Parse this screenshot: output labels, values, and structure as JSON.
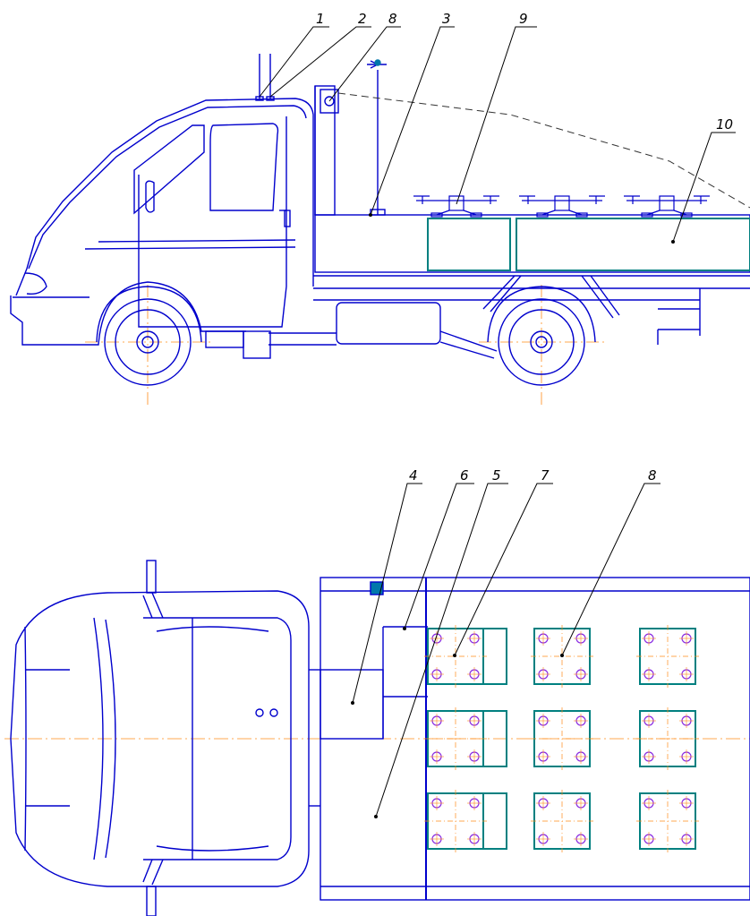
{
  "colors": {
    "line": "#0000cc",
    "panel": "#008080",
    "center": "#ff8c1a",
    "lead": "#000000",
    "dash": "#333333",
    "hole": "#8a2be2"
  },
  "callouts": {
    "side_view": [
      {
        "id": "1",
        "text": "1"
      },
      {
        "id": "2",
        "text": "2"
      },
      {
        "id": "8",
        "text": "8"
      },
      {
        "id": "3",
        "text": "3"
      },
      {
        "id": "9",
        "text": "9"
      },
      {
        "id": "10",
        "text": "10"
      }
    ],
    "top_view": [
      {
        "id": "4",
        "text": "4"
      },
      {
        "id": "6",
        "text": "6"
      },
      {
        "id": "5",
        "text": "5"
      },
      {
        "id": "7",
        "text": "7"
      },
      {
        "id": "8b",
        "text": "8"
      }
    ]
  },
  "pad_grid": {
    "rows": 3,
    "cols": 3
  }
}
